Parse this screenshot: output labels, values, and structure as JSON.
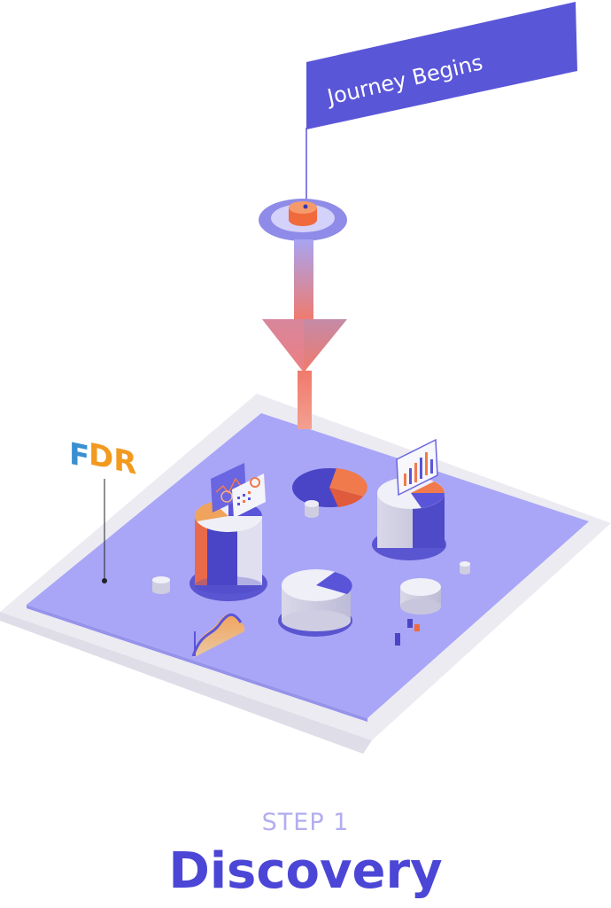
{
  "flag": {
    "text": "Journey Begins"
  },
  "brand": {
    "f": "F",
    "dr": "DR"
  },
  "step": {
    "label": "STEP 1",
    "title": "Discovery"
  },
  "colors": {
    "accent": "#4b46d6",
    "flag": "#5a56d8",
    "platform": "#a9a6f7",
    "platform_border": "#ecebf4",
    "orange": "#f07a4c",
    "f_blue": "#3a8fd0",
    "dr_orange": "#f29a1f",
    "step_label": "#b3aef0"
  },
  "icons": [
    "flag-icon",
    "marker-node-icon",
    "funnel-icon",
    "pie-chart-icon",
    "bar-chart-icon",
    "cylinder-icon",
    "area-chart-icon"
  ]
}
